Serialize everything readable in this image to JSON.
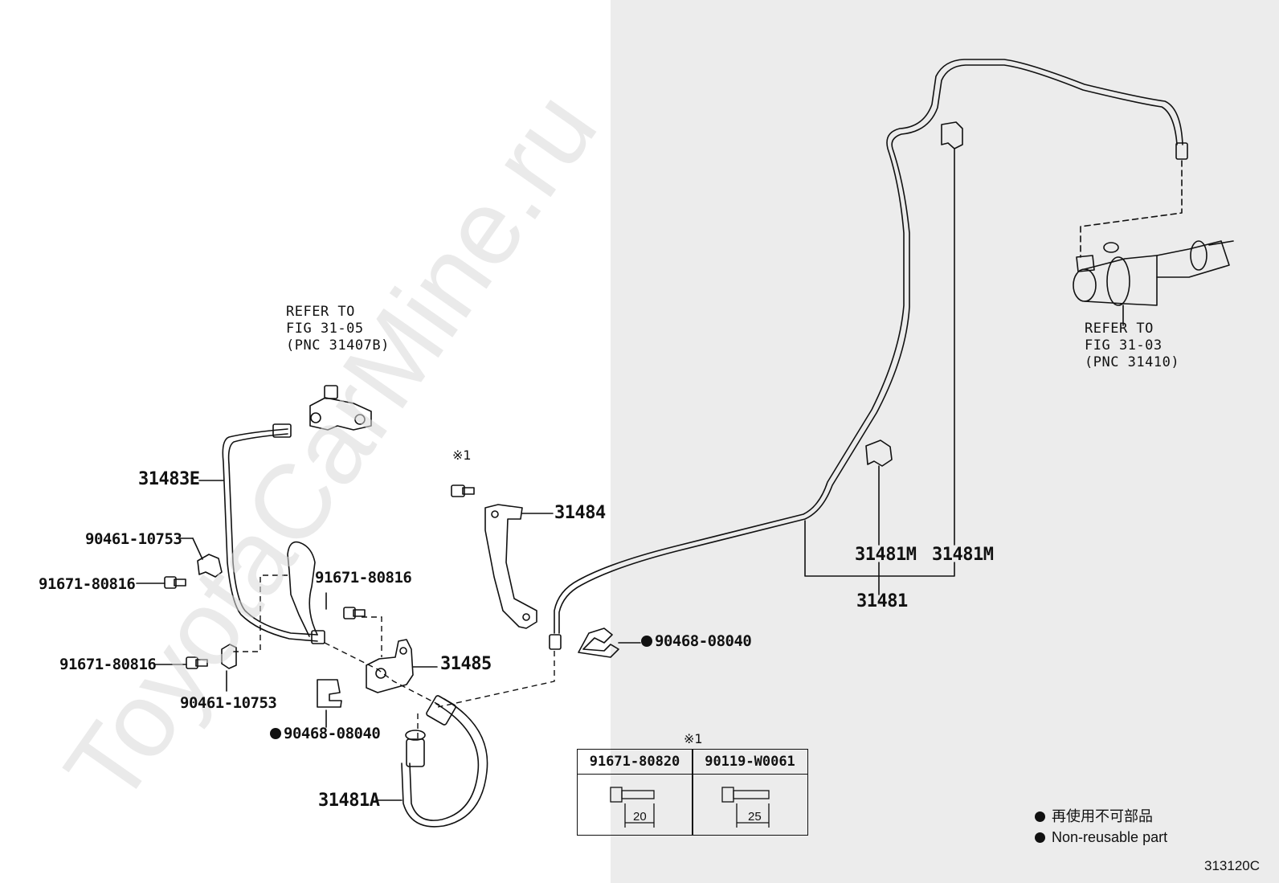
{
  "watermark": "ToyotaCarMine.ru",
  "refs": {
    "top_left": [
      "REFER TO",
      "FIG 31-05",
      "(PNC 31407B)"
    ],
    "top_right": [
      "REFER TO",
      "FIG 31-03",
      "(PNC 31410)"
    ]
  },
  "labels": {
    "p31483E": "31483E",
    "p90461_a": "90461-10753",
    "p91671_a": "91671-80816",
    "p91671_b": "91671-80816",
    "p91671_c": "91671-80816",
    "p90461_b": "90461-10753",
    "p90468_a": "90468-08040",
    "p31484": "31484",
    "p31485": "31485",
    "p90468_b": "90468-08040",
    "p31481M_a": "31481M",
    "p31481M_b": "31481M",
    "p31481": "31481",
    "p31481A": "31481A",
    "note_mark_bolt": "※1",
    "note_mark_table": "※1"
  },
  "table": {
    "headers": [
      "91671-80820",
      "90119-W0061"
    ],
    "lengths": [
      "20",
      "25"
    ]
  },
  "legend": {
    "line1": "再使用不可部品",
    "line2": "Non-reusable part"
  },
  "figure_number": "313120C"
}
